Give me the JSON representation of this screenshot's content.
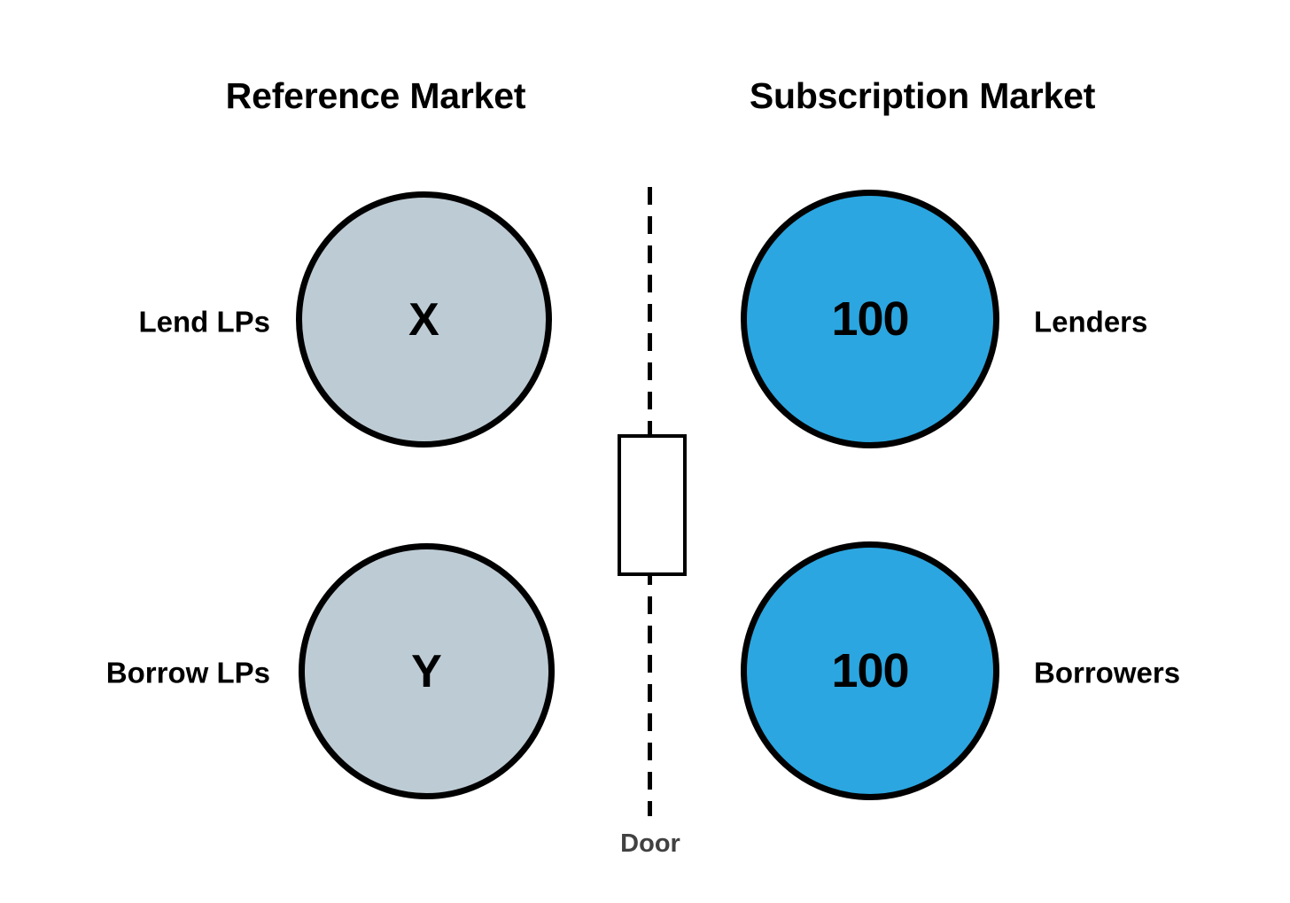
{
  "diagram": {
    "title_left": "Reference Market",
    "title_right": "Subscription Market",
    "door_label": "Door",
    "colors": {
      "reference_fill": "#bdcbd4",
      "subscription_fill": "#2ba6e0",
      "stroke": "#000000",
      "door_label_color": "#414141",
      "background": "#ffffff"
    },
    "nodes": {
      "lend_lps": {
        "label": "Lend LPs",
        "value": "X"
      },
      "borrow_lps": {
        "label": "Borrow LPs",
        "value": "Y"
      },
      "lenders": {
        "label": "Lenders",
        "value": "100"
      },
      "borrowers": {
        "label": "Borrowers",
        "value": "100"
      }
    }
  }
}
